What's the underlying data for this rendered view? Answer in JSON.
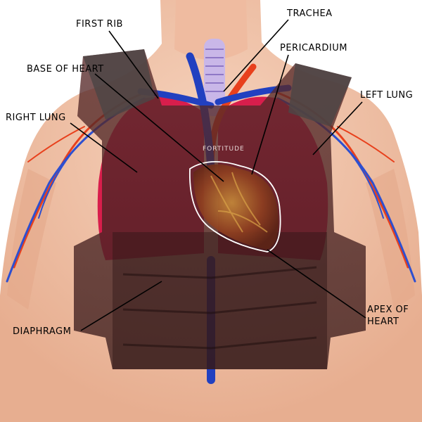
{
  "diagram": {
    "labels": {
      "first_rib": "FIRST RIB",
      "trachea": "TRACHEA",
      "pericardium": "PERICARDIUM",
      "base_of_heart": "BASE OF HEART",
      "left_lung": "LEFT LUNG",
      "right_lung": "RIGHT LUNG",
      "apex_of_heart": "APEX OF HEART",
      "diaphragm": "DIAPHRAGM"
    },
    "vest_logo": "FORTITUDE",
    "colors": {
      "skin": "#f2c2a6",
      "skin_shadow": "#e0a488",
      "vest": "#4a2424",
      "vest_dark": "#2f1616",
      "lung": "#d81e4c",
      "heart": "#9a4a22",
      "vein": "#1f3fb8",
      "artery": "#e8401c",
      "outline": "#ffffff"
    }
  }
}
